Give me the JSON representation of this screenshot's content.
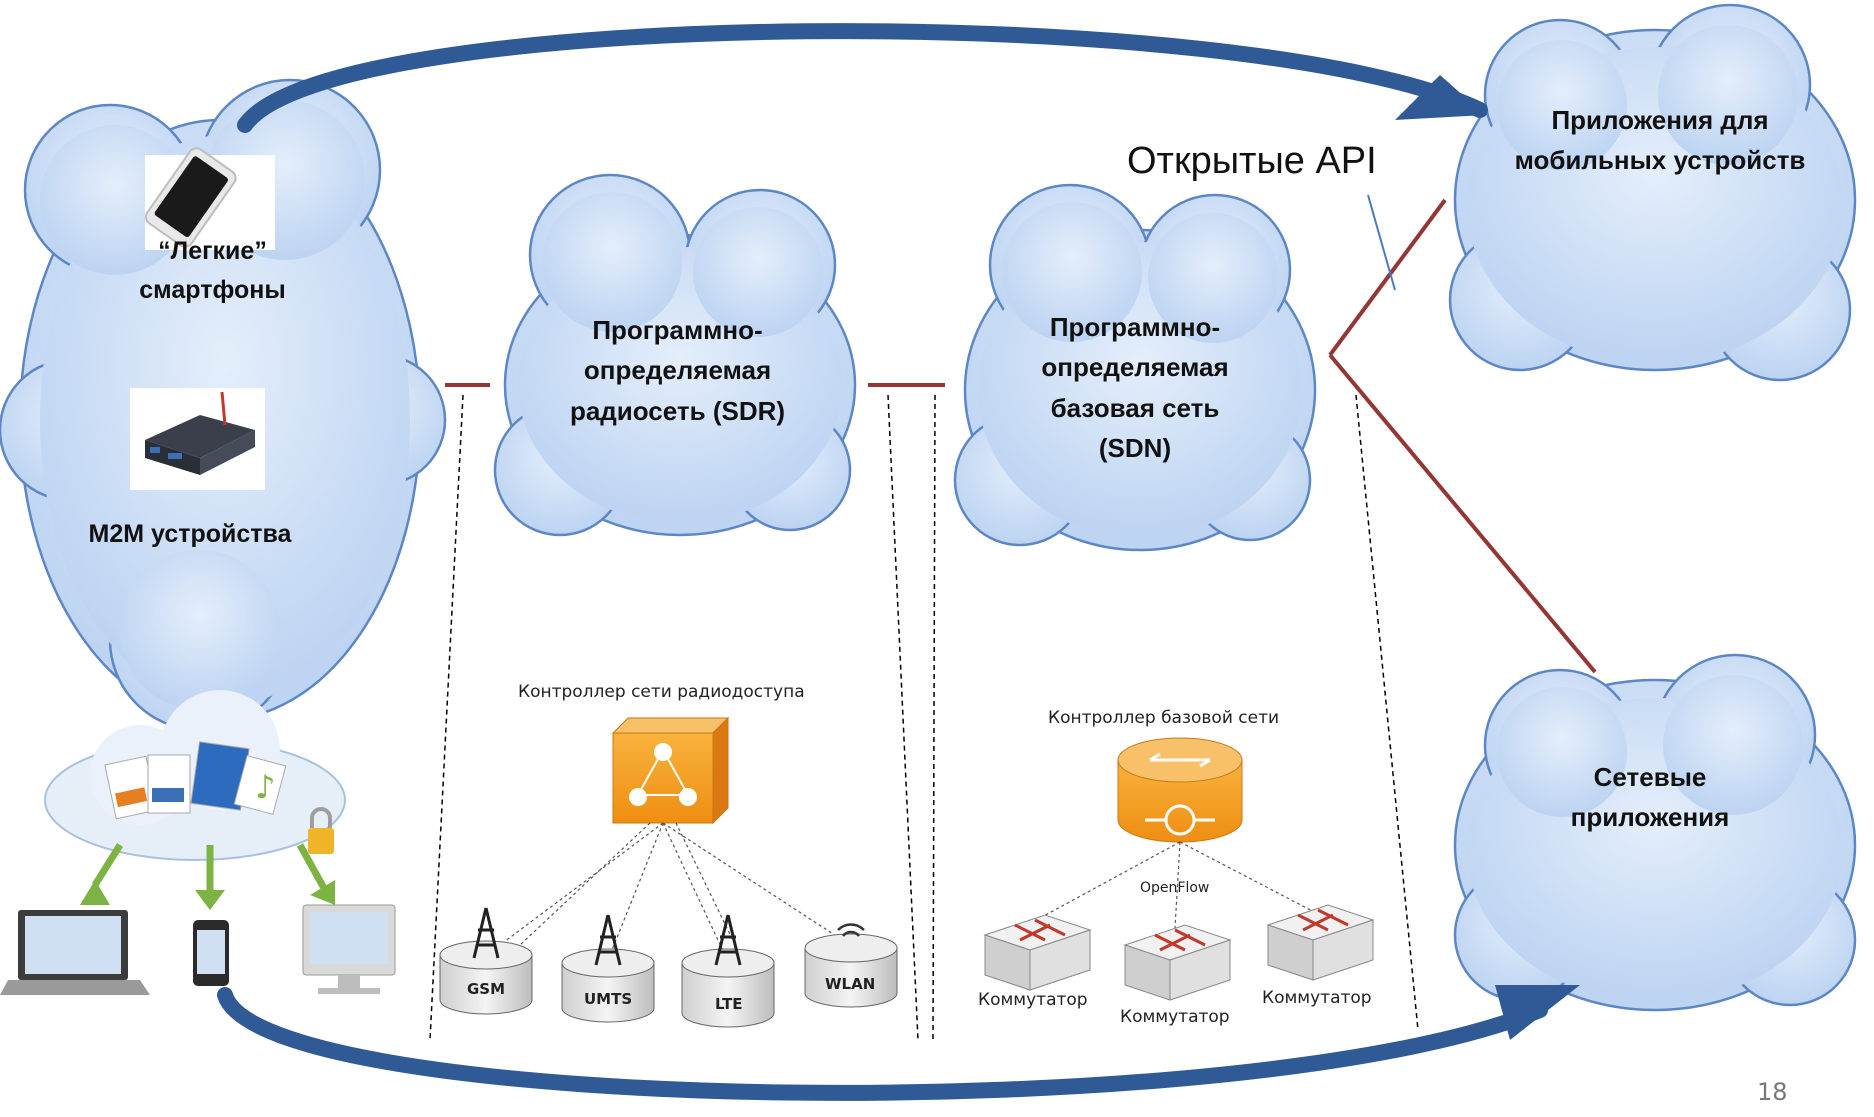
{
  "clouds": {
    "devices": {
      "light_smartphones": "“Легкие” смартфоны",
      "m2m": "M2M устройства"
    },
    "sdr": {
      "label": "Программно-определяемая радиосеть (SDR)"
    },
    "sdn": {
      "label": "Программно-определяемая базовая сеть (SDN)"
    },
    "mobile_apps": {
      "label": "Приложения для мобильных устройств"
    },
    "network_apps": {
      "label": "Сетевые приложения"
    }
  },
  "open_api": "Открытые API",
  "ran": {
    "controller": "Контроллер сети радиодоступа",
    "stations": [
      "GSM",
      "UMTS",
      "LTE",
      "WLAN"
    ]
  },
  "core": {
    "controller": "Контроллер базовой сети",
    "protocol": "OpenFlow",
    "switches": [
      "Коммутатор",
      "Коммутатор",
      "Коммутатор"
    ]
  },
  "page_number": "18",
  "colors": {
    "cloud_fill": "#c5daf4",
    "cloud_stroke": "#5d87c4",
    "arrow": "#2f5a96",
    "link": "#943634",
    "controller": "#f5a623"
  }
}
